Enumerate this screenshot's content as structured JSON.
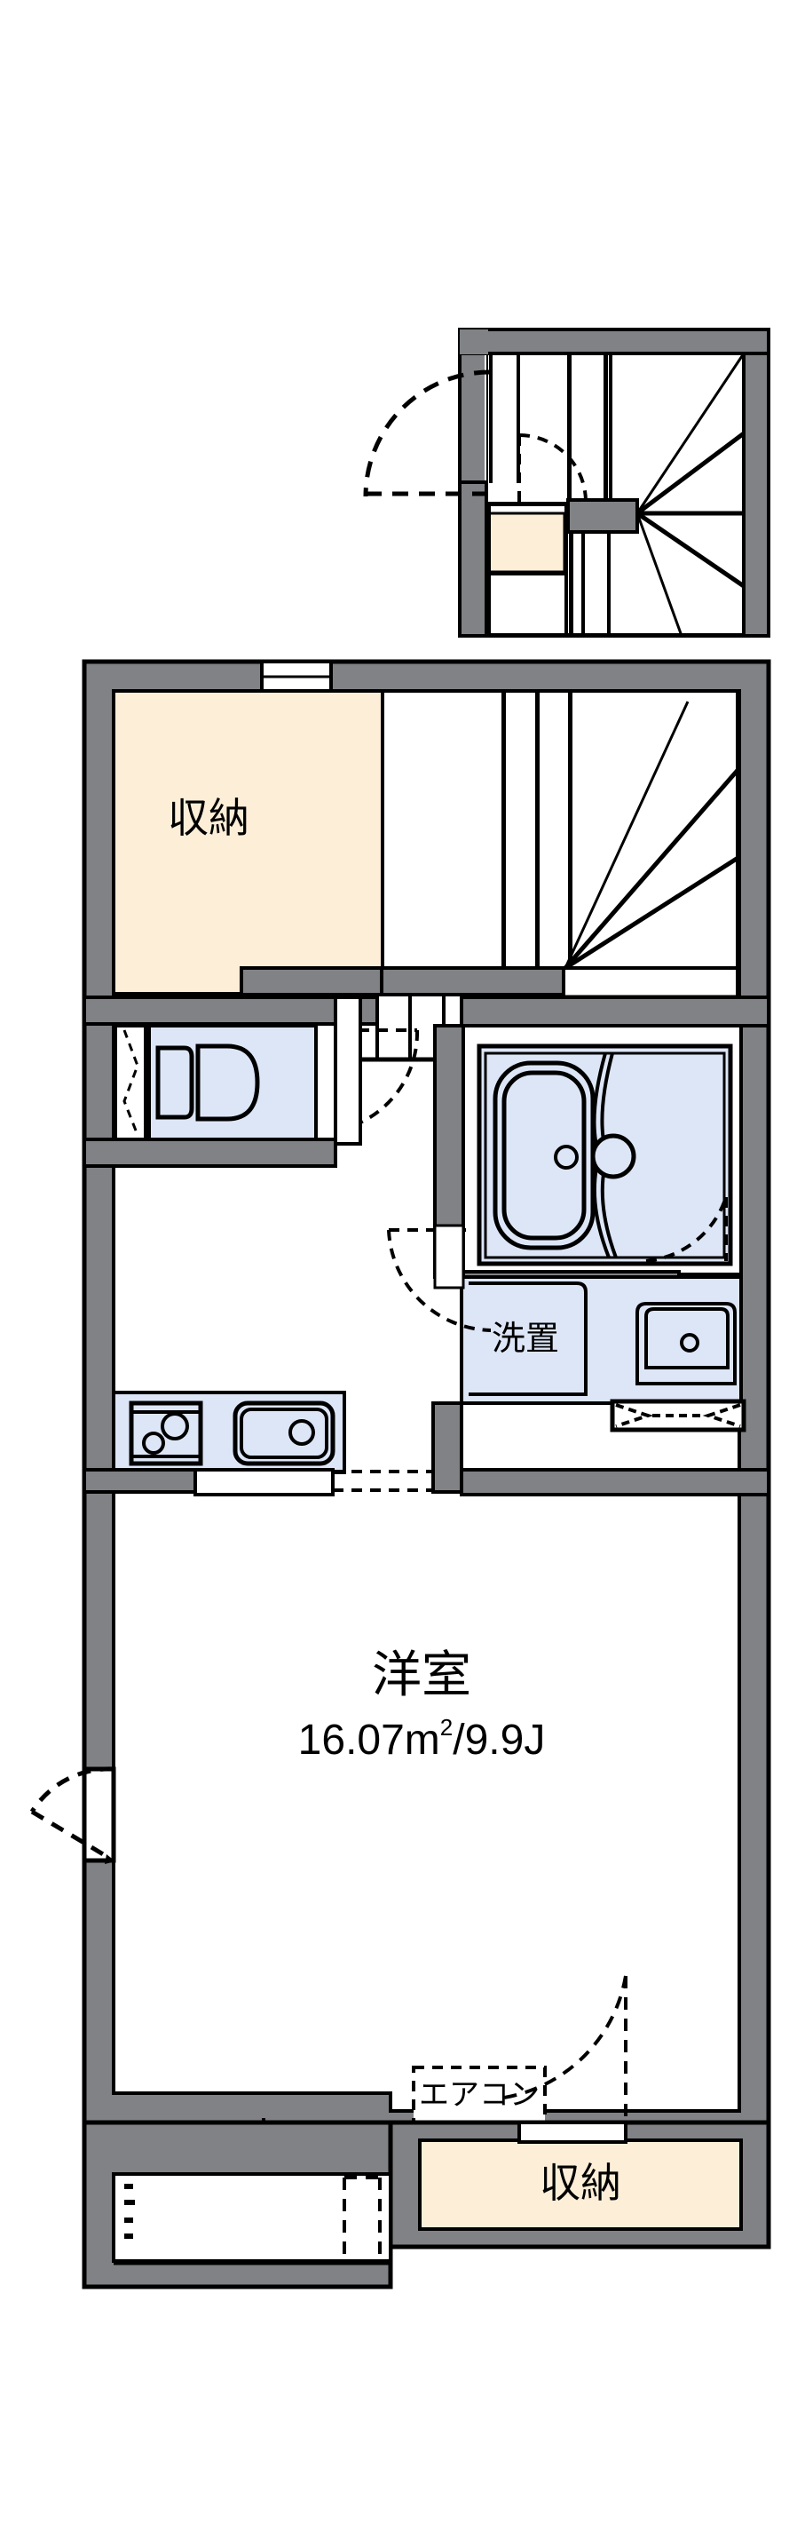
{
  "document": {
    "type": "floor-plan",
    "description": "Japanese apartment floor plan (madori) with upper entrance stair block and main unit",
    "units": "metric-square-meters-and-jo"
  },
  "colors": {
    "wall_fill": "#808285",
    "wall_stroke": "#000000",
    "storage_fill": "#fdeed8",
    "fixture_fill": "#dde6f7",
    "background": "#ffffff",
    "line": "#000000"
  },
  "labels": {
    "storage_upper": "収納",
    "storage_lower": "収納",
    "main_room_name": "洋室",
    "main_room_area": "16.07m²/9.9J",
    "main_room_area_number": "16.07",
    "main_room_area_unit": "m",
    "main_room_area_super": "2",
    "main_room_area_jo": "/9.9J",
    "washer_space": "洗置",
    "air_conditioner": "エアコン",
    "entrance_hall_storage": "収納"
  },
  "rooms": [
    {
      "id": "upper-stair-block",
      "name": "共用階段（上部）",
      "label": "",
      "fill": "#ffffff"
    },
    {
      "id": "storage-upper",
      "name": "収納",
      "label": "収納",
      "fill": "#fdeed8"
    },
    {
      "id": "stairs-main",
      "name": "階段",
      "label": "",
      "fill": "#ffffff"
    },
    {
      "id": "toilet",
      "name": "トイレ",
      "label": "",
      "fill": "#dde6f7"
    },
    {
      "id": "bath-unit",
      "name": "浴室",
      "label": "",
      "fill": "#dde6f7"
    },
    {
      "id": "washroom",
      "name": "洗面脱衣室",
      "label": "洗置",
      "fill": "#dde6f7"
    },
    {
      "id": "kitchen",
      "name": "キッチン",
      "label": "",
      "fill": "#dde6f7"
    },
    {
      "id": "main-room",
      "name": "洋室",
      "label": "洋室",
      "fill": "#ffffff"
    },
    {
      "id": "storage-lower",
      "name": "収納",
      "label": "収納",
      "fill": "#fdeed8"
    },
    {
      "id": "balcony",
      "name": "バルコニー",
      "label": "",
      "fill": "#ffffff"
    }
  ],
  "fixtures": [
    {
      "id": "toilet-bowl",
      "name": "洋式便器"
    },
    {
      "id": "bathtub",
      "name": "浴槽"
    },
    {
      "id": "washbasin",
      "name": "洗面台"
    },
    {
      "id": "gas-stove",
      "name": "ガスコンロ（2口）"
    },
    {
      "id": "kitchen-sink",
      "name": "シンク"
    },
    {
      "id": "window-toilet",
      "name": "窓"
    },
    {
      "id": "balcony-sliding-door",
      "name": "掃き出し窓"
    }
  ],
  "annotations": {
    "air_conditioner_box": "エアコン",
    "washer_box": "洗置"
  }
}
